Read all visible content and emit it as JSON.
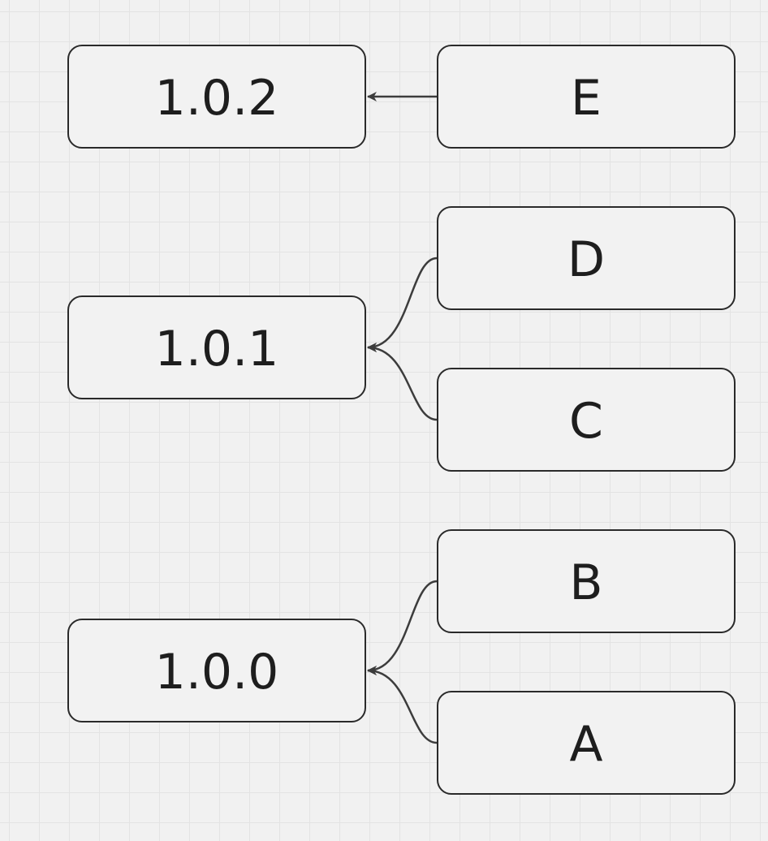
{
  "diagram": {
    "versions": [
      {
        "id": "v102",
        "label": "1.0.2"
      },
      {
        "id": "v101",
        "label": "1.0.1"
      },
      {
        "id": "v100",
        "label": "1.0.0"
      }
    ],
    "features": [
      {
        "id": "fE",
        "label": "E"
      },
      {
        "id": "fD",
        "label": "D"
      },
      {
        "id": "fC",
        "label": "C"
      },
      {
        "id": "fB",
        "label": "B"
      },
      {
        "id": "fA",
        "label": "A"
      }
    ],
    "edges": [
      {
        "from": "E",
        "to": "1.0.2"
      },
      {
        "from": "D",
        "to": "1.0.1"
      },
      {
        "from": "C",
        "to": "1.0.1"
      },
      {
        "from": "B",
        "to": "1.0.0"
      },
      {
        "from": "A",
        "to": "1.0.0"
      }
    ],
    "colors": {
      "stroke": "#2a2a2a",
      "arrow": "#3c3c3c",
      "background": "#f1f1f1",
      "grid": "#e3e3e3"
    }
  }
}
